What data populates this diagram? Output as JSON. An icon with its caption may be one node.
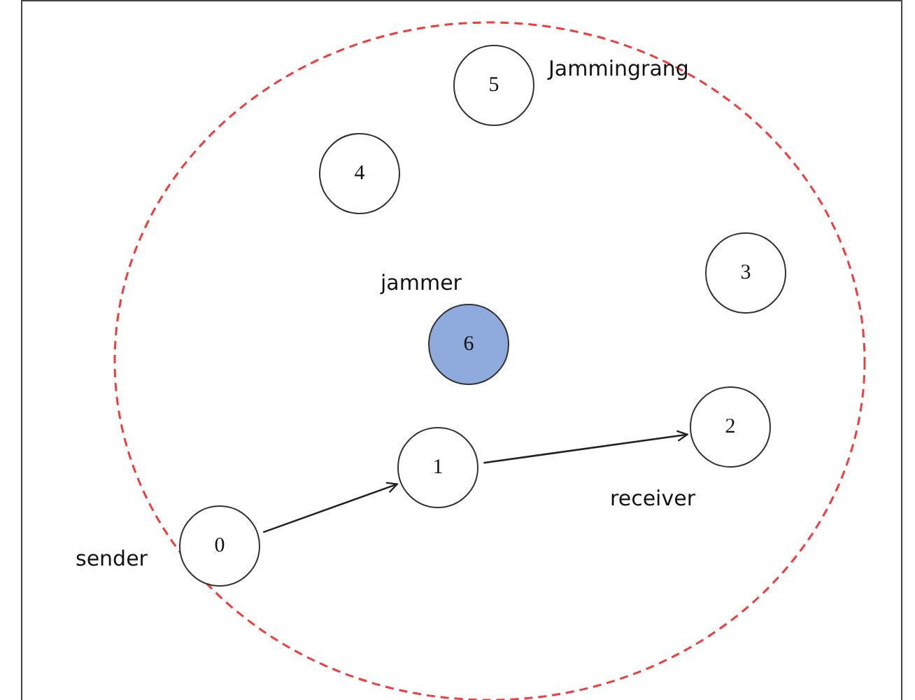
{
  "diagram": {
    "nodes": [
      {
        "text": [
          "5"
        ]
      },
      {
        "text": [
          "4"
        ]
      },
      {
        "text": [
          "3"
        ]
      },
      {
        "text": [
          "6"
        ],
        "beside": [
          "jammer"
        ]
      },
      {
        "text": [
          "1"
        ]
      },
      {
        "text": [
          "2"
        ],
        "beside": [
          "receiver"
        ]
      },
      {
        "text": [
          "0"
        ],
        "beside": [
          "sender"
        ]
      }
    ],
    "edges": [
      {
        "from": 6,
        "to": 4,
        "arrow": "to"
      },
      {
        "from": 4,
        "to": 5,
        "arrow": "to"
      }
    ],
    "labels": [
      "Jammingrang"
    ]
  }
}
